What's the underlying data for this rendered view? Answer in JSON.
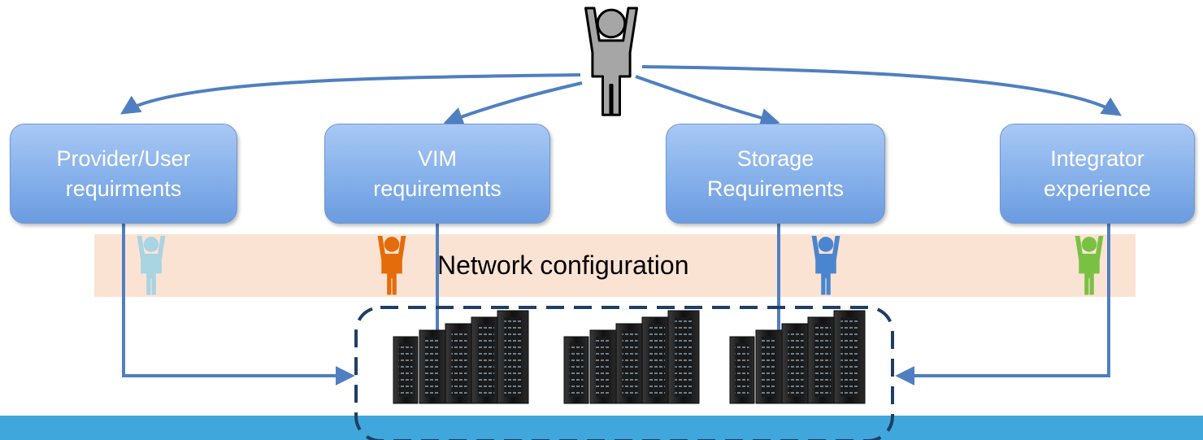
{
  "requirement_boxes": [
    {
      "line1": "Provider/User",
      "line2": "requirments"
    },
    {
      "line1": "VIM",
      "line2": "requirements"
    },
    {
      "line1": "Storage",
      "line2": "Requirements"
    },
    {
      "line1": "Integrator",
      "line2": "experience"
    }
  ],
  "network_band": {
    "label": "Network configuration"
  },
  "stakeholder_colors": {
    "central": "#a6a6a6",
    "provider_user": "#a9d4e2",
    "vim": "#e46c0a",
    "storage": "#4a86d0",
    "integrator": "#7ac143"
  },
  "icons": {
    "central": "person-arms-raised-icon",
    "stakeholders": "person-arms-raised-icon",
    "servers": "server-rack-icon"
  },
  "colors": {
    "arrow": "#4f7fc0",
    "box_fill": "#8bb4ec",
    "band_fill": "#fbe3d4",
    "dashed_border": "#1f3f63",
    "bottom_bar": "#3fa7dc"
  }
}
